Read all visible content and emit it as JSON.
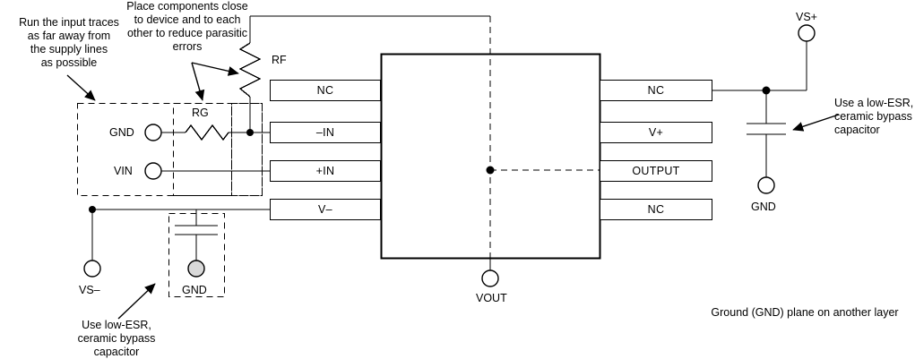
{
  "diagram": {
    "title": "Op-amp PCB layout recommendation schematic",
    "stroke_color": "#000000",
    "background": "#ffffff",
    "terminal_fill_open": "#ffffff",
    "terminal_fill_gnd": "#d9d9d9"
  },
  "notes": [
    {
      "id": "note-input-traces",
      "text": "Run the input traces\nas far away from\nthe supply lines\nas possible"
    },
    {
      "id": "note-place-components",
      "text": "Place components close\nto device and to each\nother to reduce parasitic\nerrors"
    },
    {
      "id": "note-bypass-right",
      "text": "Use a low-ESR,\nceramic bypass\ncapacitor"
    },
    {
      "id": "note-bypass-left",
      "text": "Use low-ESR,\nceramic bypass\ncapacitor"
    },
    {
      "id": "note-ground-plane",
      "text": "Ground (GND) plane on another layer"
    }
  ],
  "components": {
    "rf_label": "RF",
    "rg_label": "RG"
  },
  "pins": {
    "left": [
      {
        "label": "NC"
      },
      {
        "label": "–IN"
      },
      {
        "label": "+IN"
      },
      {
        "label": "V–"
      }
    ],
    "right": [
      {
        "label": "NC"
      },
      {
        "label": "V+"
      },
      {
        "label": "OUTPUT"
      },
      {
        "label": "NC"
      }
    ]
  },
  "terminals": [
    {
      "id": "gnd-input",
      "label": "GND",
      "type": "open"
    },
    {
      "id": "vin",
      "label": "VIN",
      "type": "open"
    },
    {
      "id": "vs-minus",
      "label": "VS–",
      "type": "open"
    },
    {
      "id": "gnd-left-cap",
      "label": "GND",
      "type": "ground"
    },
    {
      "id": "vout",
      "label": "VOUT",
      "type": "open"
    },
    {
      "id": "vs-plus",
      "label": "VS+",
      "type": "open"
    },
    {
      "id": "gnd-right-cap",
      "label": "GND",
      "type": "open"
    }
  ]
}
